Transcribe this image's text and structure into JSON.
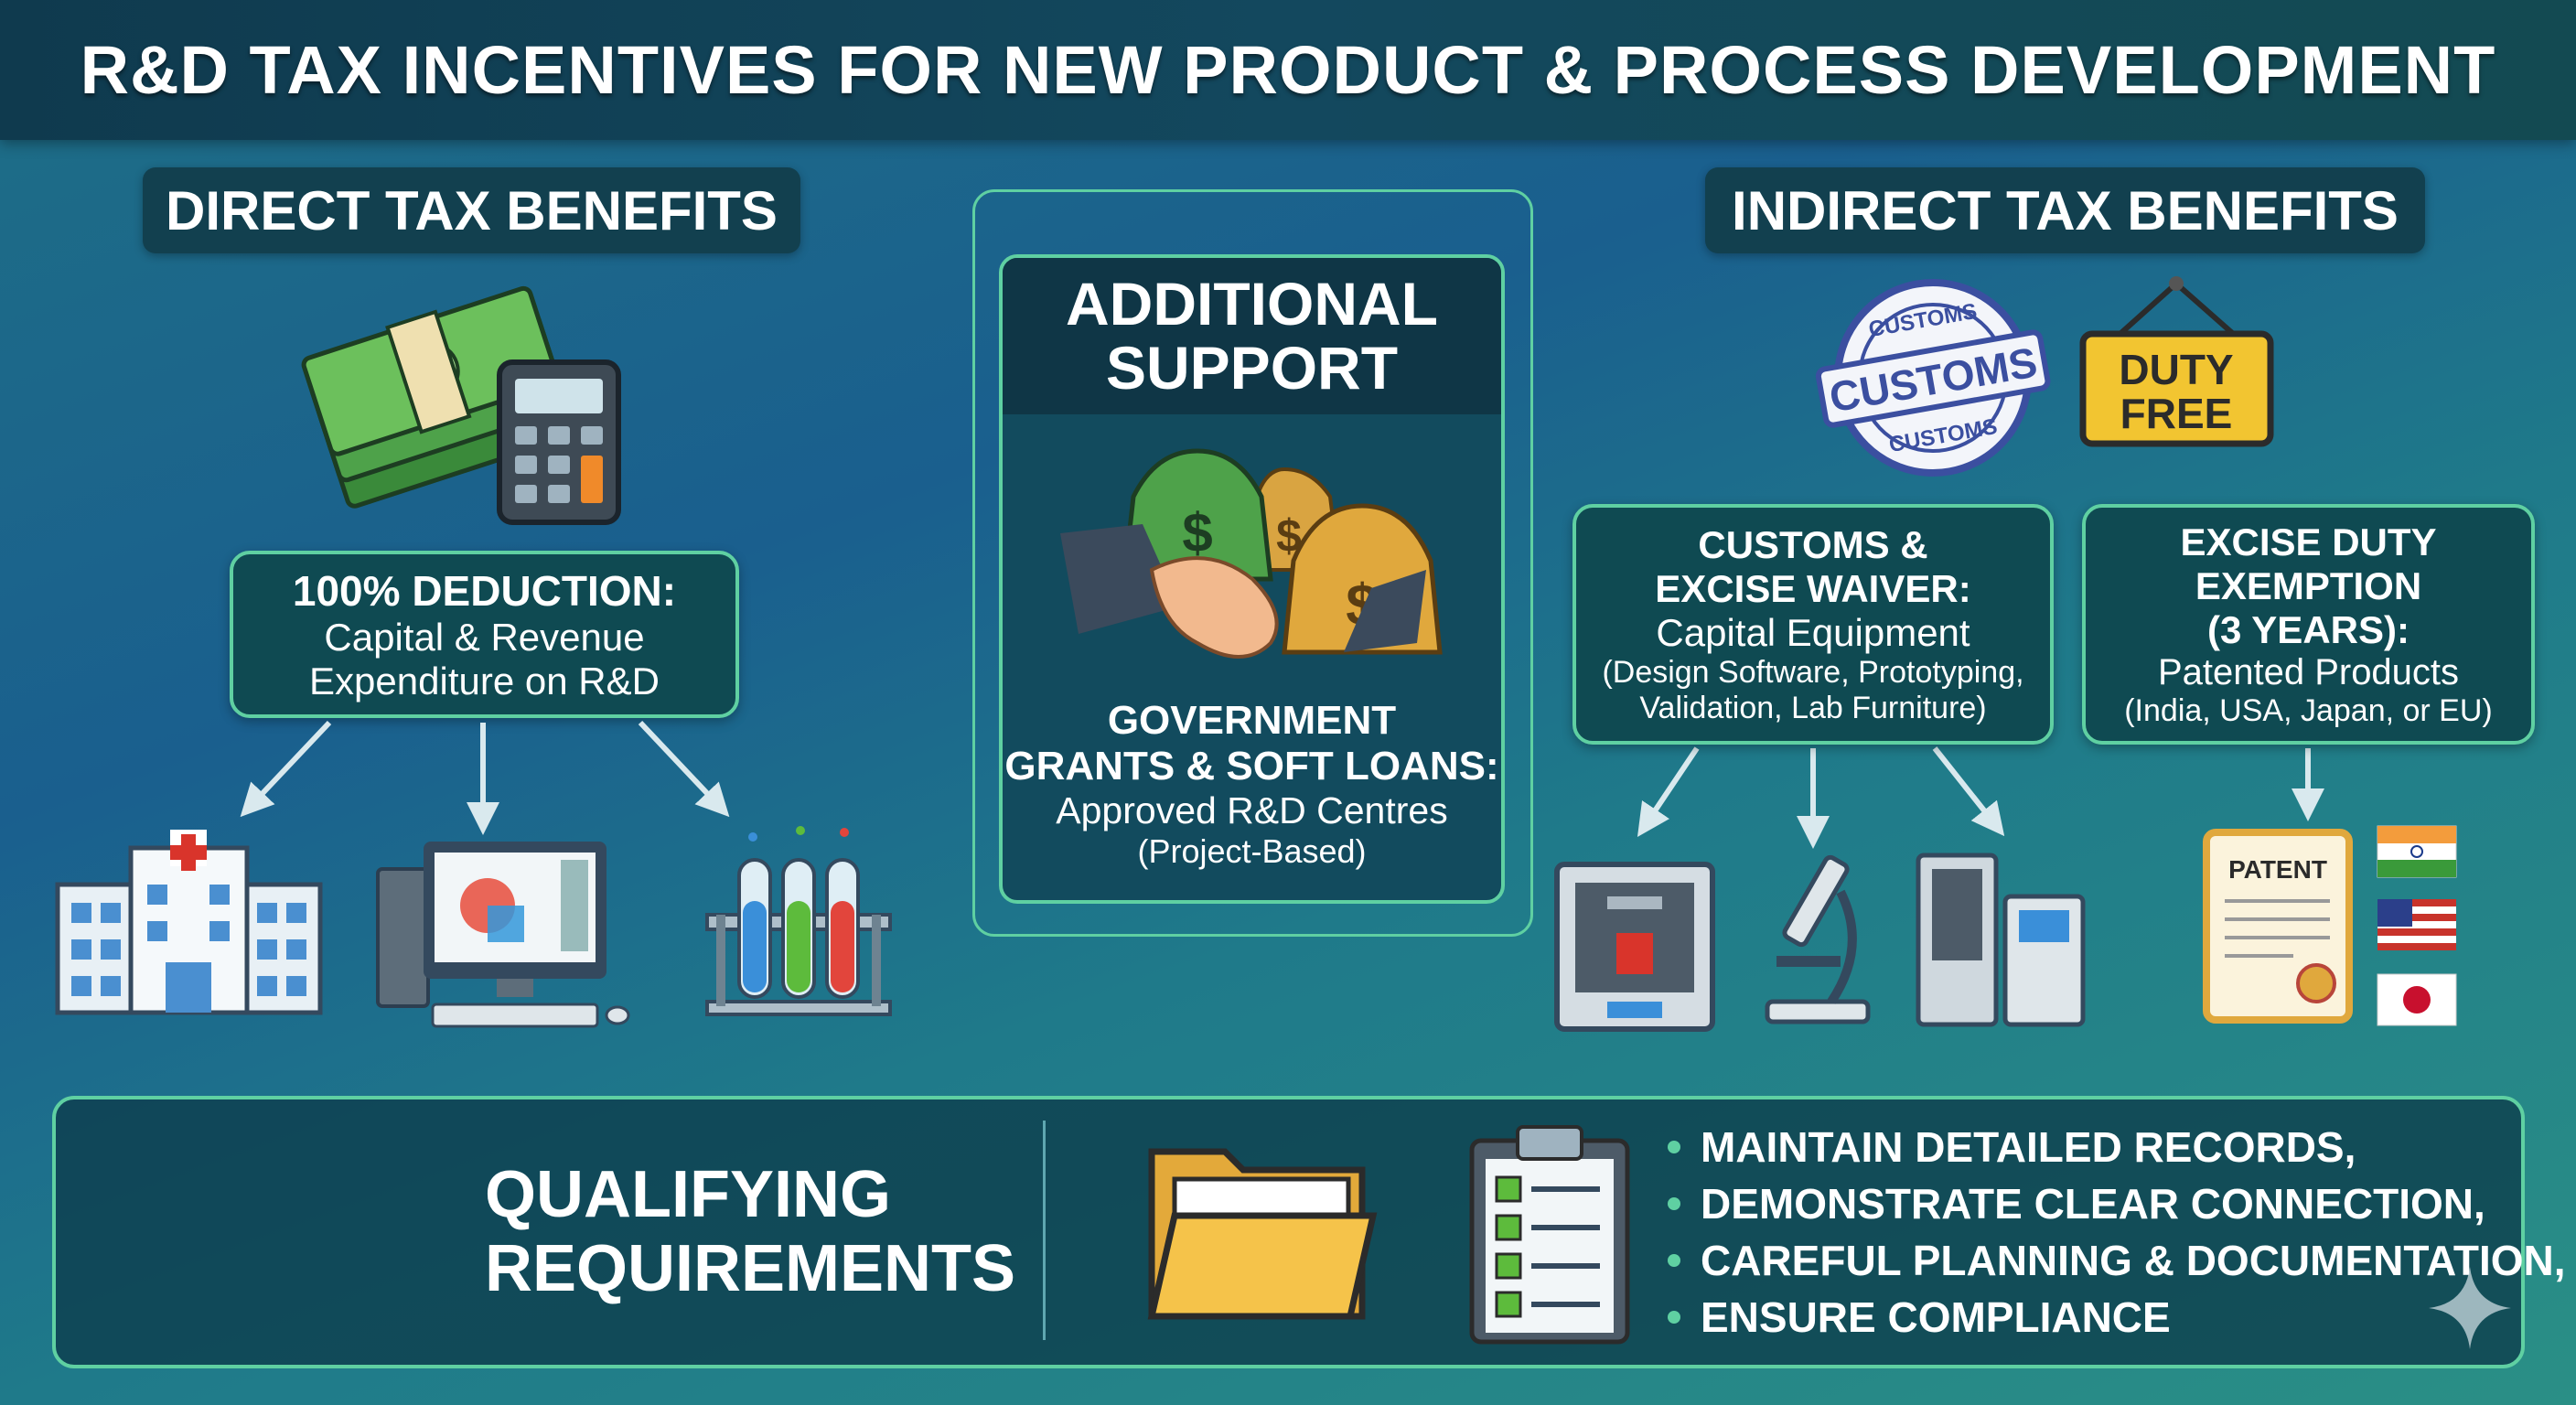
{
  "title": "R&D TAX INCENTIVES FOR NEW PRODUCT & PROCESS DEVELOPMENT",
  "direct": {
    "label": "DIRECT TAX BENEFITS",
    "deduction": {
      "heading": "100% DEDUCTION:",
      "line1": "Capital & Revenue",
      "line2": "Expenditure on R&D"
    },
    "icons": [
      "money-calculator-icon",
      "hospital-icon",
      "computer-design-icon",
      "test-tubes-icon"
    ]
  },
  "additional": {
    "heading1": "ADDITIONAL",
    "heading2": "SUPPORT",
    "grants1": "GOVERNMENT",
    "grants2": "GRANTS & SOFT LOANS:",
    "line1": "Approved R&D Centres",
    "line2": "(Project-Based)"
  },
  "indirect": {
    "label": "INDIRECT TAX BENEFITS",
    "stamp": {
      "center": "CUSTOMS",
      "ring": "CUSTOMS"
    },
    "sign": {
      "line1": "DUTY",
      "line2": "FREE"
    },
    "customs": {
      "h1": "CUSTOMS &",
      "h2": "EXCISE WAIVER:",
      "line1": "Capital Equipment",
      "line2": "(Design Software, Prototyping,",
      "line3": "Validation, Lab Furniture)"
    },
    "excise": {
      "h1": "EXCISE DUTY",
      "h2": "EXEMPTION",
      "h3": "(3 YEARS):",
      "line1": "Patented Products",
      "line2": "(India, USA, Japan, or EU)"
    },
    "patent_label": "PATENT"
  },
  "requirements": {
    "title1": "QUALIFYING",
    "title2": "REQUIREMENTS",
    "items": [
      "MAINTAIN DETAILED RECORDS,",
      "DEMONSTRATE CLEAR CONNECTION,",
      "CAREFUL PLANNING & DOCUMENTATION,",
      "ENSURE COMPLIANCE"
    ]
  },
  "colors": {
    "accent": "#5fd0a2",
    "panel": "#0f4a52",
    "title_bar": "#13485e",
    "folder": "#f5c34a",
    "sign": "#f2c531"
  }
}
